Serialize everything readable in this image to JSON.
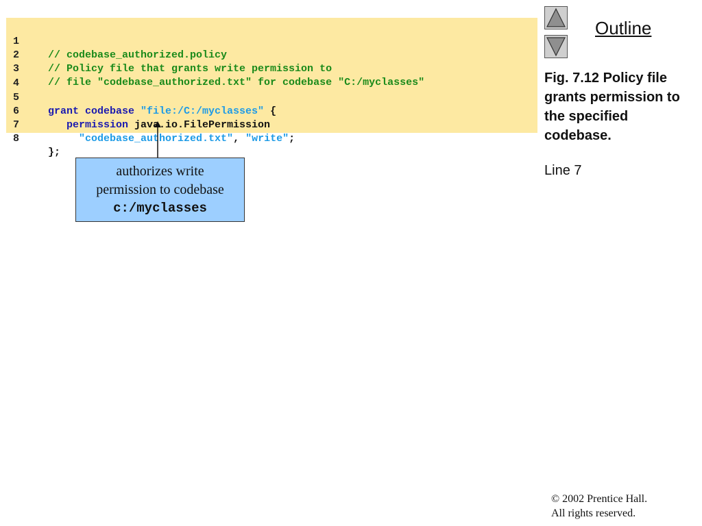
{
  "code": {
    "lines": [
      {
        "num": "1",
        "tokens": [
          {
            "text": "// codebase_authorized.policy",
            "kind": "comment"
          }
        ]
      },
      {
        "num": "2",
        "tokens": [
          {
            "text": "// Policy file that grants write permission to",
            "kind": "comment"
          }
        ]
      },
      {
        "num": "3",
        "tokens": [
          {
            "text": "// file \"codebase_authorized.txt\" for codebase \"C:/myclasses\"",
            "kind": "comment"
          }
        ]
      },
      {
        "num": "4",
        "tokens": []
      },
      {
        "num": "5",
        "tokens": [
          {
            "text": "grant codebase ",
            "kind": "keyword"
          },
          {
            "text": "\"file:/C:/myclasses\"",
            "kind": "string"
          },
          {
            "text": " {",
            "kind": "plain"
          }
        ]
      },
      {
        "num": "6",
        "tokens": [
          {
            "text": "   permission ",
            "kind": "keyword"
          },
          {
            "text": "java.io.FilePermission",
            "kind": "plain"
          }
        ]
      },
      {
        "num": "7",
        "tokens": [
          {
            "text": "     ",
            "kind": "plain"
          },
          {
            "text": "\"codebase_authorized.txt\"",
            "kind": "string"
          },
          {
            "text": ", ",
            "kind": "plain"
          },
          {
            "text": "\"write\"",
            "kind": "string"
          },
          {
            "text": ";",
            "kind": "plain"
          }
        ]
      },
      {
        "num": "8",
        "tokens": [
          {
            "text": "};",
            "kind": "plain"
          }
        ]
      }
    ]
  },
  "callout": {
    "line1": "authorizes write",
    "line2": "permission to codebase",
    "code": "c:/myclasses"
  },
  "sidebar": {
    "outline_title": "Outline",
    "figure_caption": "Fig. 7.12 Policy file grants permission to the specified codebase.",
    "line_ref": "Line 7"
  },
  "footer": {
    "copyright_line1": "© 2002 Prentice Hall.",
    "copyright_line2": "All rights reserved."
  },
  "colors": {
    "code_background": "#fde9a2",
    "comment": "#1a8a1a",
    "keyword": "#1a1ab0",
    "string": "#1e9be6",
    "callout_background": "#9dcfff",
    "nav_button": "#cfcfcf"
  },
  "icons": {
    "previous": "triangle-up-icon",
    "next": "triangle-down-icon"
  }
}
